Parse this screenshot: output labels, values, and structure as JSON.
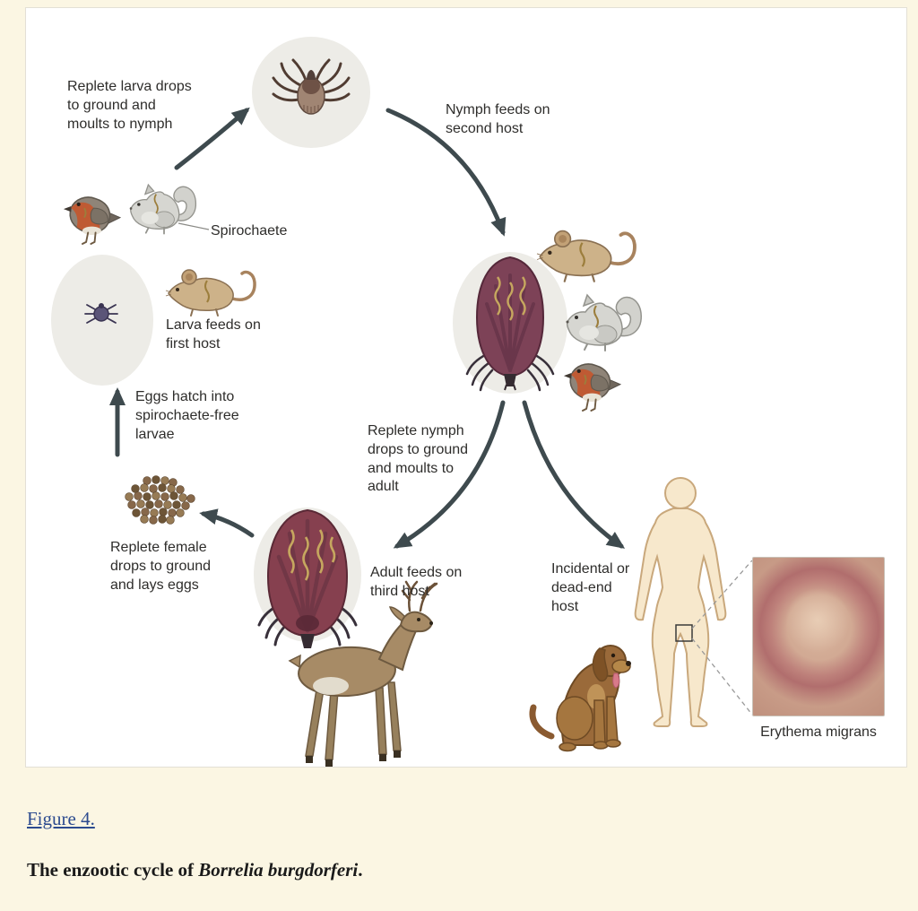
{
  "figure": {
    "link_label": "Figure 4.",
    "caption_prefix": "The enzootic cycle of ",
    "caption_species": "Borrelia burgdorferi",
    "caption_suffix": "."
  },
  "diagram": {
    "labels": {
      "replete_larva": "Replete larva drops to ground and moults to nymph",
      "nymph_feeds": "Nymph feeds on second host",
      "spirochaete": "Spirochaete",
      "larva_feeds": "Larva feeds on first host",
      "eggs_hatch": "Eggs hatch into spirochaete-free larvae",
      "replete_nymph": "Replete nymph drops to ground and moults to adult",
      "replete_female": "Replete female drops to ground and lays eggs",
      "adult_feeds": "Adult feeds on third host",
      "incidental_host": "Incidental or dead-end host",
      "erythema_migrans": "Erythema migrans"
    },
    "colors": {
      "page_background": "#fbf6e3",
      "panel_background": "#ffffff",
      "arrow": "#3e4a4e",
      "host_ellipse": "#edece7",
      "engorged_nymph_body": "#7d4257",
      "engorged_adult_body": "#86404f",
      "spirochaete": "#c6a75f",
      "figure_link_blue": "#2c4b8f"
    }
  }
}
